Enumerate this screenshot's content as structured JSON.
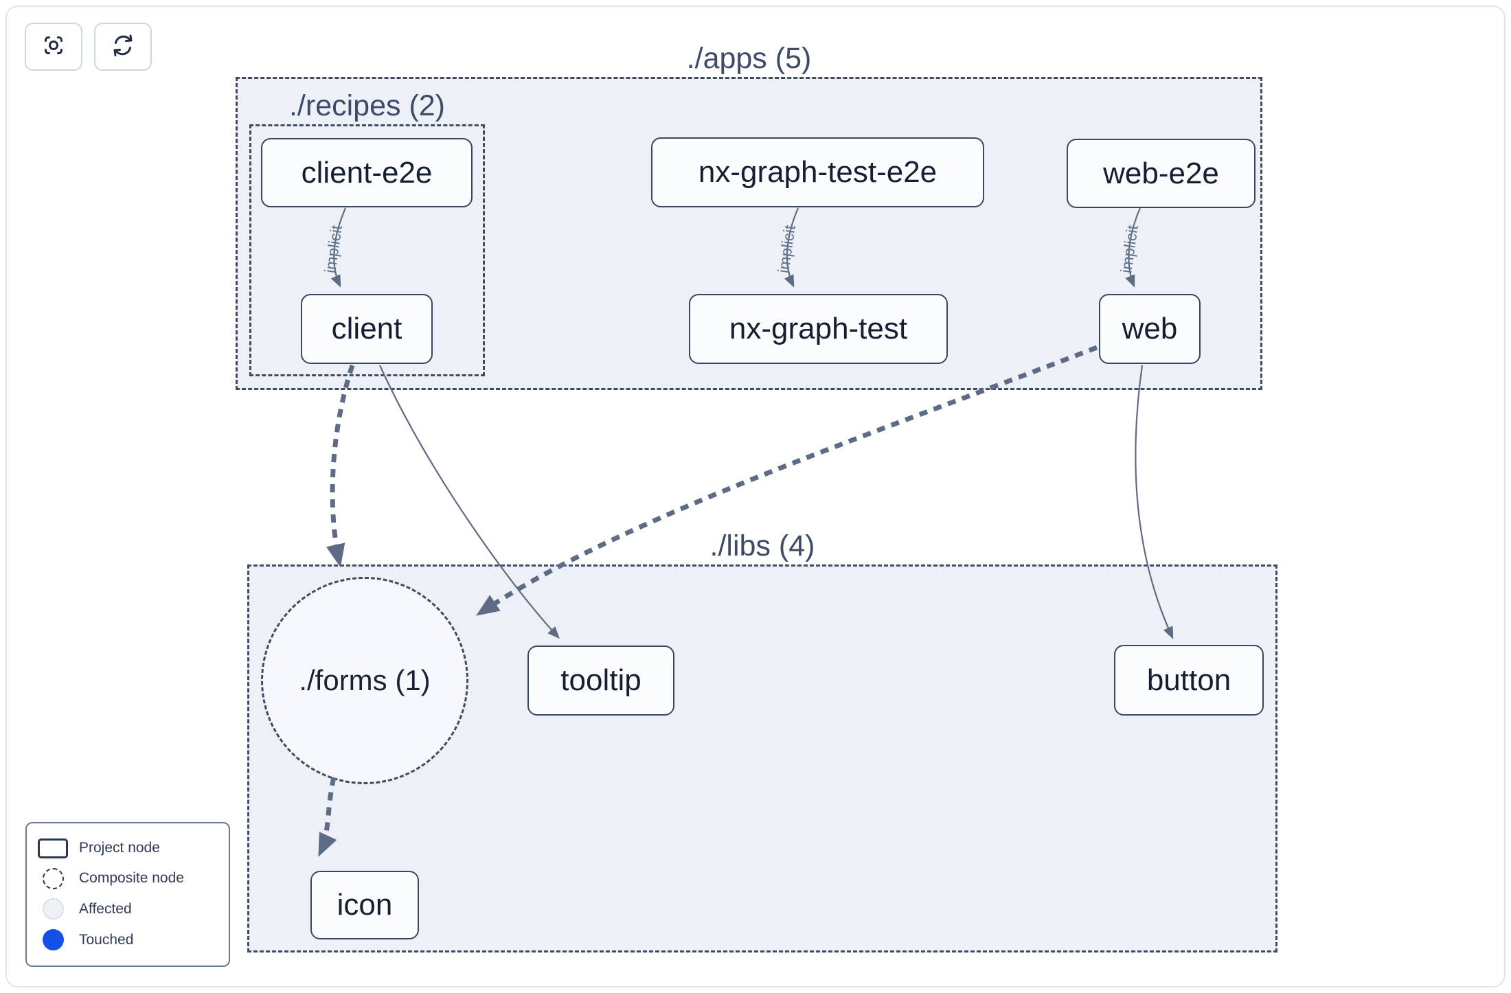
{
  "toolbar": {
    "focus_button": {
      "icon": "focus-crosshair-icon"
    },
    "refresh_button": {
      "icon": "refresh-sync-icon"
    }
  },
  "graph": {
    "groups": [
      {
        "id": "apps",
        "label": "./apps (5)"
      },
      {
        "id": "recipes",
        "label": "./recipes (2)"
      },
      {
        "id": "libs",
        "label": "./libs (4)"
      }
    ],
    "composite": {
      "label": "./forms (1)"
    },
    "nodes": {
      "client_e2e": {
        "label": "client-e2e"
      },
      "client": {
        "label": "client"
      },
      "nx_graph_test_e2e": {
        "label": "nx-graph-test-e2e"
      },
      "nx_graph_test": {
        "label": "nx-graph-test"
      },
      "web_e2e": {
        "label": "web-e2e"
      },
      "web": {
        "label": "web"
      },
      "tooltip": {
        "label": "tooltip"
      },
      "button": {
        "label": "button"
      },
      "icon": {
        "label": "icon"
      }
    },
    "edges": [
      {
        "from": "client-e2e",
        "to": "client",
        "label": "implicit",
        "style": "thin-solid"
      },
      {
        "from": "nx-graph-test-e2e",
        "to": "nx-graph-test",
        "label": "implicit",
        "style": "thin-solid"
      },
      {
        "from": "web-e2e",
        "to": "web",
        "label": "implicit",
        "style": "thin-solid"
      },
      {
        "from": "client",
        "to": "tooltip",
        "style": "thin-solid"
      },
      {
        "from": "web",
        "to": "button",
        "style": "thin-solid"
      },
      {
        "from": "client",
        "to": "./forms (1)",
        "style": "thick-dashed"
      },
      {
        "from": "web",
        "to": "./forms (1)",
        "style": "thick-dashed"
      },
      {
        "from": "./forms (1)",
        "to": "icon",
        "style": "thick-dashed"
      }
    ]
  },
  "legend": {
    "items": [
      {
        "label": "Project node",
        "icon": "project-node-rect-icon"
      },
      {
        "label": "Composite node",
        "icon": "composite-node-dashed-circle-icon"
      },
      {
        "label": "Affected",
        "icon": "affected-circle-icon"
      },
      {
        "label": "Touched",
        "icon": "touched-circle-icon",
        "color": "#1350e8"
      }
    ]
  },
  "colors": {
    "touched": "#1350e8",
    "group_fill": "#edf1f7",
    "dashed_border": "#3f4a63",
    "edge": "#5d6b85",
    "node_text": "#161f31",
    "group_label": "#3e4a66"
  }
}
